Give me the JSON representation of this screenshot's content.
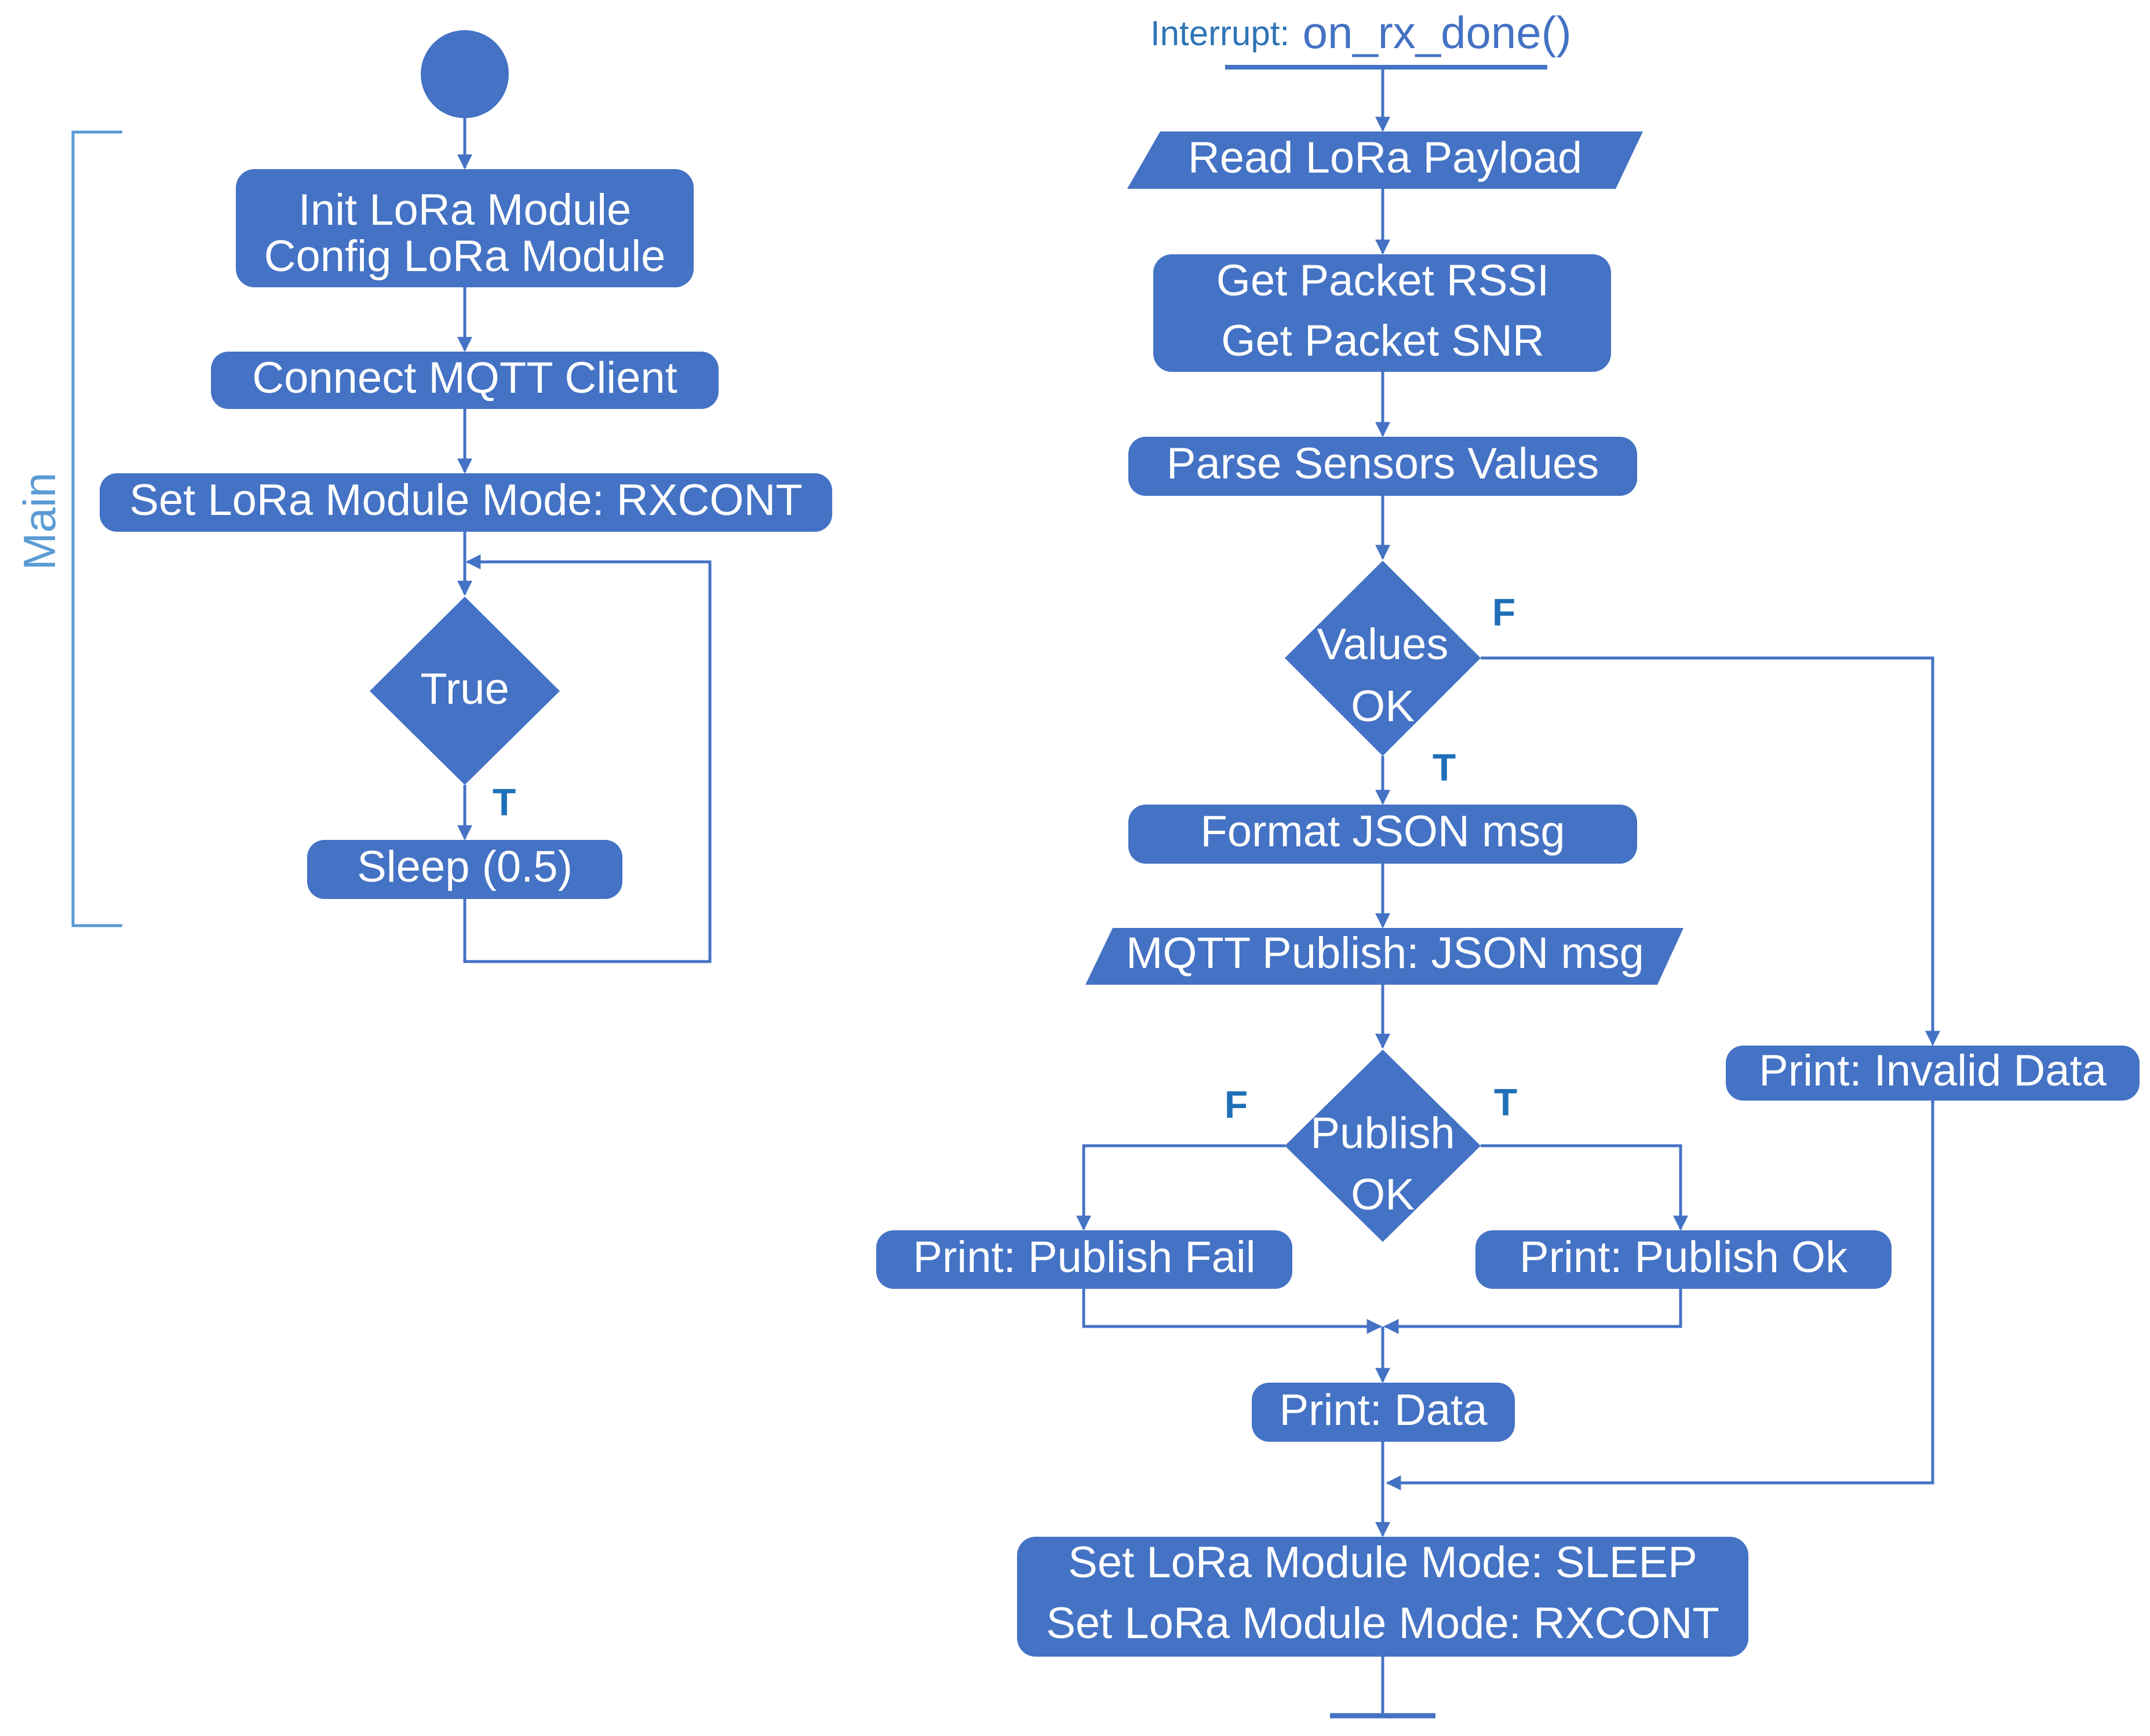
{
  "colors": {
    "box": "#4472C4",
    "line": "#4472C4",
    "bracket": "#5B9BD5",
    "tf": "#1F6FB8",
    "label": "#2E75B6",
    "text": "#ffffff"
  },
  "main": {
    "label": "Main",
    "init_line1": "Init LoRa Module",
    "init_line2": "Config LoRa Module",
    "connect": "Connect MQTT Client",
    "set_mode": "Set LoRa Module Mode: RXCONT",
    "loop_cond": "True",
    "loop_true": "T",
    "sleep": "Sleep (0.5)"
  },
  "interrupt": {
    "label": "Interrupt:",
    "function": "on_rx_done()",
    "read_payload": "Read LoRa Payload",
    "rssi": "Get Packet RSSI",
    "snr": "Get Packet SNR",
    "parse": "Parse Sensors Values",
    "values_line1": "Values",
    "values_line2": "OK",
    "values_false": "F",
    "values_true": "T",
    "format_json": "Format JSON msg",
    "publish_io": "MQTT Publish: JSON msg",
    "publish_line1": "Publish",
    "publish_line2": "OK",
    "publish_false": "F",
    "publish_true": "T",
    "publish_fail": "Print: Publish Fail",
    "publish_ok": "Print: Publish Ok",
    "invalid": "Print: Invalid Data",
    "print_data": "Print: Data",
    "final_line1": "Set LoRa Module Mode: SLEEP",
    "final_line2": "Set LoRa Module Mode: RXCONT"
  }
}
